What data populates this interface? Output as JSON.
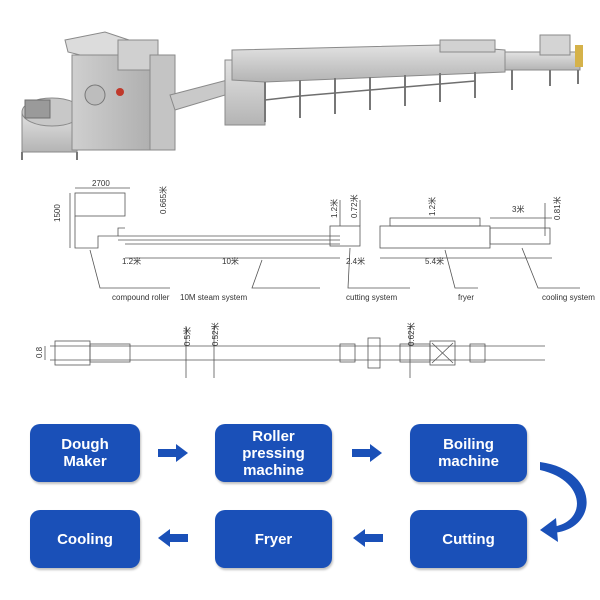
{
  "colors": {
    "step_fill": "#1a50b8",
    "step_text": "#ffffff",
    "arrow": "#1a50b8",
    "drawing_line": "#555555"
  },
  "drawing": {
    "dim_2700": "2700",
    "dim_1500": "1500",
    "dim_0665": "0.665米",
    "dim_1_2_top": "1.2米",
    "dim_0_72": "0.72米",
    "dim_1_2_right": "1.2米",
    "dim_3": "3米",
    "dim_0_81": "0.81米",
    "dim_1_2_left": "1.2米",
    "dim_10": "10米",
    "dim_2_4": "2.4米",
    "dim_5_4": "5.4米",
    "dim_0_8": "0.8",
    "dim_0_5": "0.5米",
    "dim_0_52": "0.52米",
    "dim_0_62": "0.62米",
    "label_compound_roller": "compound roller",
    "label_steam_system": "10M steam system",
    "label_cutting_system": "cutting system",
    "label_fryer": "fryer",
    "label_cooling_system": "cooling system"
  },
  "steps": [
    {
      "label": "Dough\nMaker"
    },
    {
      "label": "Roller\npressing\nmachine"
    },
    {
      "label": "Boiling\nmachine"
    },
    {
      "label": "Cutting"
    },
    {
      "label": "Fryer"
    },
    {
      "label": "Cooling"
    }
  ]
}
